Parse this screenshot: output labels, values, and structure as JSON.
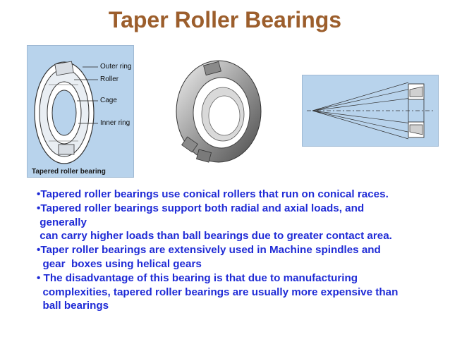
{
  "slide": {
    "title": "Taper Roller Bearings"
  },
  "figure_left": {
    "labels": {
      "outer_ring": "Outer ring",
      "roller": "Roller",
      "cage": "Cage",
      "inner_ring": "Inner ring"
    },
    "caption": "Tapered roller bearing"
  },
  "body": {
    "lines": [
      "•Tapered roller bearings use conical rollers that run on conical races.",
      "•Tapered roller bearings support both radial and axial loads, and",
      " generally",
      " can carry higher loads than ball bearings due to greater contact area.",
      "•Taper roller bearings are extensively used in Machine spindles and",
      "  gear  boxes using helical gears",
      "• The disadvantage of this bearing is that due to manufacturing",
      "  complexities, tapered roller bearings are usually more expensive than",
      "  ball bearings"
    ]
  },
  "colors": {
    "title": "#9c5e2c",
    "body_text": "#1f2bd6",
    "figure_background": "#b8d3ec"
  }
}
